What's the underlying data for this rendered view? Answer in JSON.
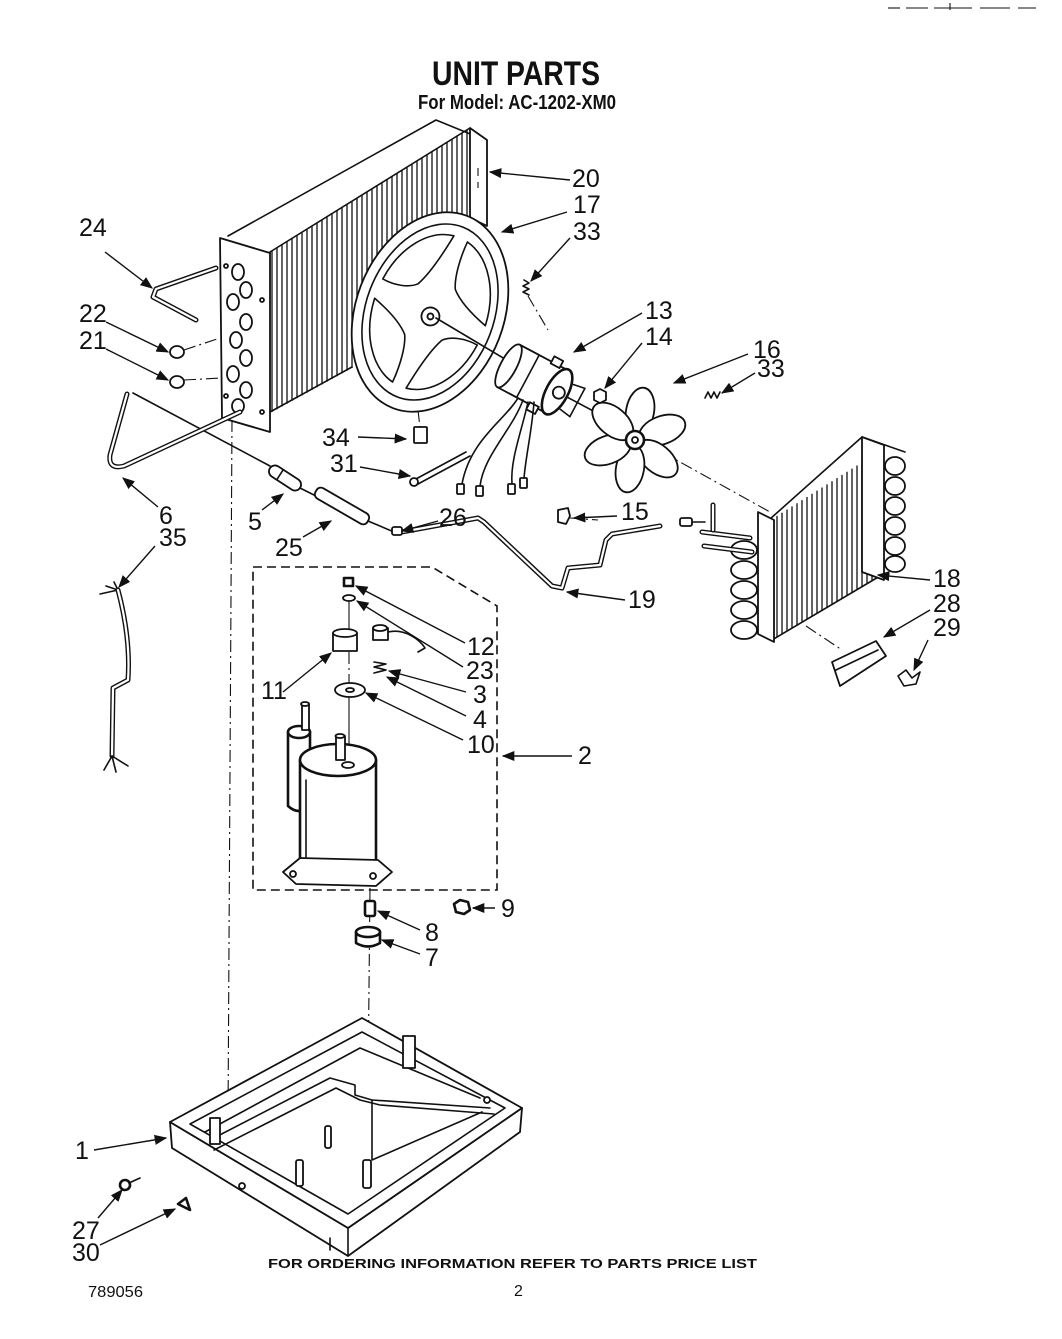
{
  "title": "UNIT PARTS",
  "subtitle": "For Model: AC-1202-XM0",
  "footer_note": "FOR ORDERING INFORMATION REFER TO PARTS PRICE LIST",
  "drawing_number": "789056",
  "page_number": "2",
  "callouts": [
    "20",
    "17",
    "33",
    "24",
    "13",
    "22",
    "14",
    "21",
    "16",
    "33",
    "34",
    "31",
    "6",
    "5",
    "26",
    "15",
    "35",
    "25",
    "18",
    "28",
    "19",
    "12",
    "29",
    "23",
    "11",
    "3",
    "4",
    "10",
    "2",
    "9",
    "8",
    "7",
    "1",
    "27",
    "30"
  ]
}
